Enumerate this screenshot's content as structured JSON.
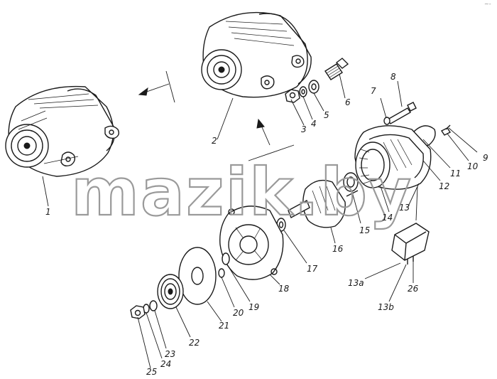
{
  "watermark": "mazik.by",
  "corner_mark": "~-",
  "callouts": [
    {
      "id": "1",
      "label": "1"
    },
    {
      "id": "2",
      "label": "2"
    },
    {
      "id": "3",
      "label": "3"
    },
    {
      "id": "4",
      "label": "4"
    },
    {
      "id": "5",
      "label": "5"
    },
    {
      "id": "6",
      "label": "6"
    },
    {
      "id": "7",
      "label": "7"
    },
    {
      "id": "8",
      "label": "8"
    },
    {
      "id": "9",
      "label": "9"
    },
    {
      "id": "10",
      "label": "10"
    },
    {
      "id": "11",
      "label": "11"
    },
    {
      "id": "12",
      "label": "12"
    },
    {
      "id": "13",
      "label": "13"
    },
    {
      "id": "13a",
      "label": "13a"
    },
    {
      "id": "13b",
      "label": "13b"
    },
    {
      "id": "14",
      "label": "14"
    },
    {
      "id": "15",
      "label": "15"
    },
    {
      "id": "16",
      "label": "16"
    },
    {
      "id": "17",
      "label": "17"
    },
    {
      "id": "18",
      "label": "18"
    },
    {
      "id": "19",
      "label": "19"
    },
    {
      "id": "20",
      "label": "20"
    },
    {
      "id": "21",
      "label": "21"
    },
    {
      "id": "22",
      "label": "22"
    },
    {
      "id": "23",
      "label": "23"
    },
    {
      "id": "24",
      "label": "24"
    },
    {
      "id": "25",
      "label": "25"
    },
    {
      "id": "26",
      "label": "26"
    }
  ]
}
